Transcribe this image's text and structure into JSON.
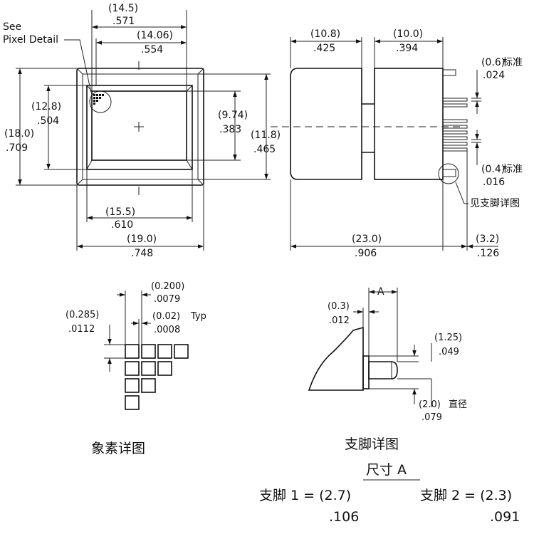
{
  "front_view": {
    "see_pixel_detail_line1": "See",
    "see_pixel_detail_line2": "Pixel Detail",
    "width_top_mm": "(14.5)",
    "width_top_in": ".571",
    "window_width_mm": "(14.06)",
    "window_width_in": ".554",
    "window_height_mm": "(12.8)",
    "window_height_in": ".504",
    "outer_height_mm": "(18.0)",
    "outer_height_in": ".709",
    "inner_height_mm": "(9.74)",
    "inner_height_in": ".383",
    "body_height_mm": "(11.8)",
    "body_height_in": ".465",
    "bottom_width_mm": "(15.5)",
    "bottom_width_in": ".610",
    "outer_width_mm": "(19.0)",
    "outer_width_in": ".748"
  },
  "side_view": {
    "front_depth_mm": "(10.8)",
    "front_depth_in": ".425",
    "rear_depth_mm": "(10.0)",
    "rear_depth_in": ".394",
    "pin_pitch_mm": "(0.6)",
    "pin_pitch_label": "标准",
    "pin_pitch_in": ".024",
    "pin_width_mm": "(0.4)",
    "pin_width_label": "标准",
    "pin_width_in": ".016",
    "see_pin_detail": "见支脚详图",
    "total_depth_mm": "(23.0)",
    "total_depth_in": ".906",
    "pin_length_mm": "(3.2)",
    "pin_length_in": ".126"
  },
  "pixel_detail": {
    "pitch_mm": "(0.200)",
    "pitch_in": ".0079",
    "gap_mm": "(0.02)",
    "gap_typ": "Typ",
    "gap_in": ".0008",
    "size_mm": "(0.285)",
    "size_in": ".0112",
    "caption": "象素详图"
  },
  "pin_detail": {
    "dim_a_label": "A",
    "shoulder_mm": "(0.3)",
    "shoulder_in": ".012",
    "shoulder_dia_mm": "(1.25)",
    "shoulder_dia_in": ".049",
    "pin_dia_mm": "(2.0)",
    "pin_dia_label": "直径",
    "pin_dia_in": ".079",
    "caption": "支脚详图"
  },
  "dimension_a": {
    "title": "尺寸 A",
    "pin1_label": "支脚 1 = (2.7)",
    "pin1_in": ".106",
    "pin2_label": "支脚 2 = (2.3)",
    "pin2_in": ".091"
  }
}
